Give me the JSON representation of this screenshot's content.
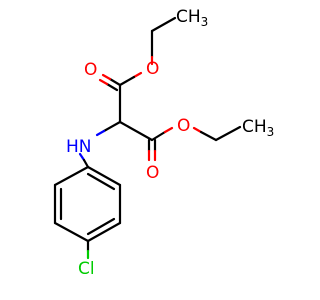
{
  "molecule": {
    "labels": {
      "ch3_top": "CH",
      "ch3_top_sub": "3",
      "ch3_right": "CH",
      "ch3_right_sub": "3",
      "o_ester_top": "O",
      "o_carbonyl_top": "O",
      "o_ester_right": "O",
      "o_carbonyl_bottom": "O",
      "nh": "HN",
      "cl": "Cl"
    },
    "colors": {
      "carbon": "#000000",
      "oxygen": "#ff0000",
      "nitrogen": "#0000ff",
      "chlorine": "#00cc00"
    }
  }
}
